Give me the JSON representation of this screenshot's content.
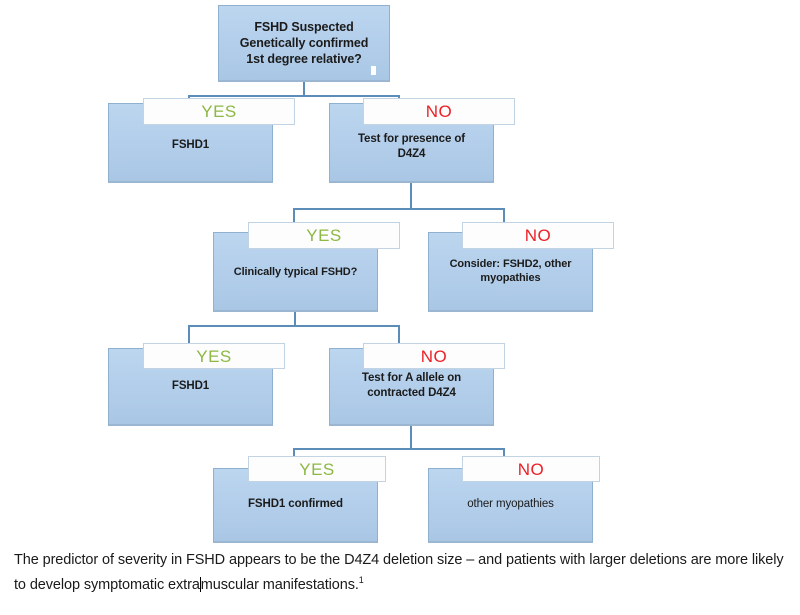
{
  "diagram": {
    "type": "decision-flowchart",
    "title": "FSHD diagnostic algorithm",
    "colors": {
      "node_fill_top": "#bcd6ef",
      "node_fill_bottom": "#a9c7e5",
      "node_border": "#8fb0cf",
      "connector": "#5b8db8",
      "yes_text": "#8cb843",
      "no_text": "#ec2127",
      "background": "#ffffff"
    },
    "root": {
      "line1": "FSHD Suspected",
      "line2": "Genetically confirmed",
      "line3": "1st degree relative?"
    },
    "levels": [
      {
        "level": 1,
        "yes_label": "YES",
        "no_label": "NO",
        "yes_node": "FSHD1",
        "no_node_line1": "Test for presence of",
        "no_node_line2": "D4Z4"
      },
      {
        "level": 2,
        "yes_label": "YES",
        "no_label": "NO",
        "yes_node": "Clinically typical FSHD?",
        "no_node_line1": "Consider: FSHD2, other",
        "no_node_line2": "myopathies"
      },
      {
        "level": 3,
        "yes_label": "YES",
        "no_label": "NO",
        "yes_node": "FSHD1",
        "no_node_line1": "Test for A allele on",
        "no_node_line2": "contracted D4Z4"
      },
      {
        "level": 4,
        "yes_label": "YES",
        "no_label": "NO",
        "yes_node": "FSHD1 confirmed",
        "no_node": "other myopathies"
      }
    ]
  },
  "caption": {
    "part1": "The predictor of severity in FSHD appears to be the D4Z4 deletion size – and patients with larger deletions are more likely to develop symptomatic extra",
    "part2": "muscular manifestations.",
    "footnote": "1"
  }
}
